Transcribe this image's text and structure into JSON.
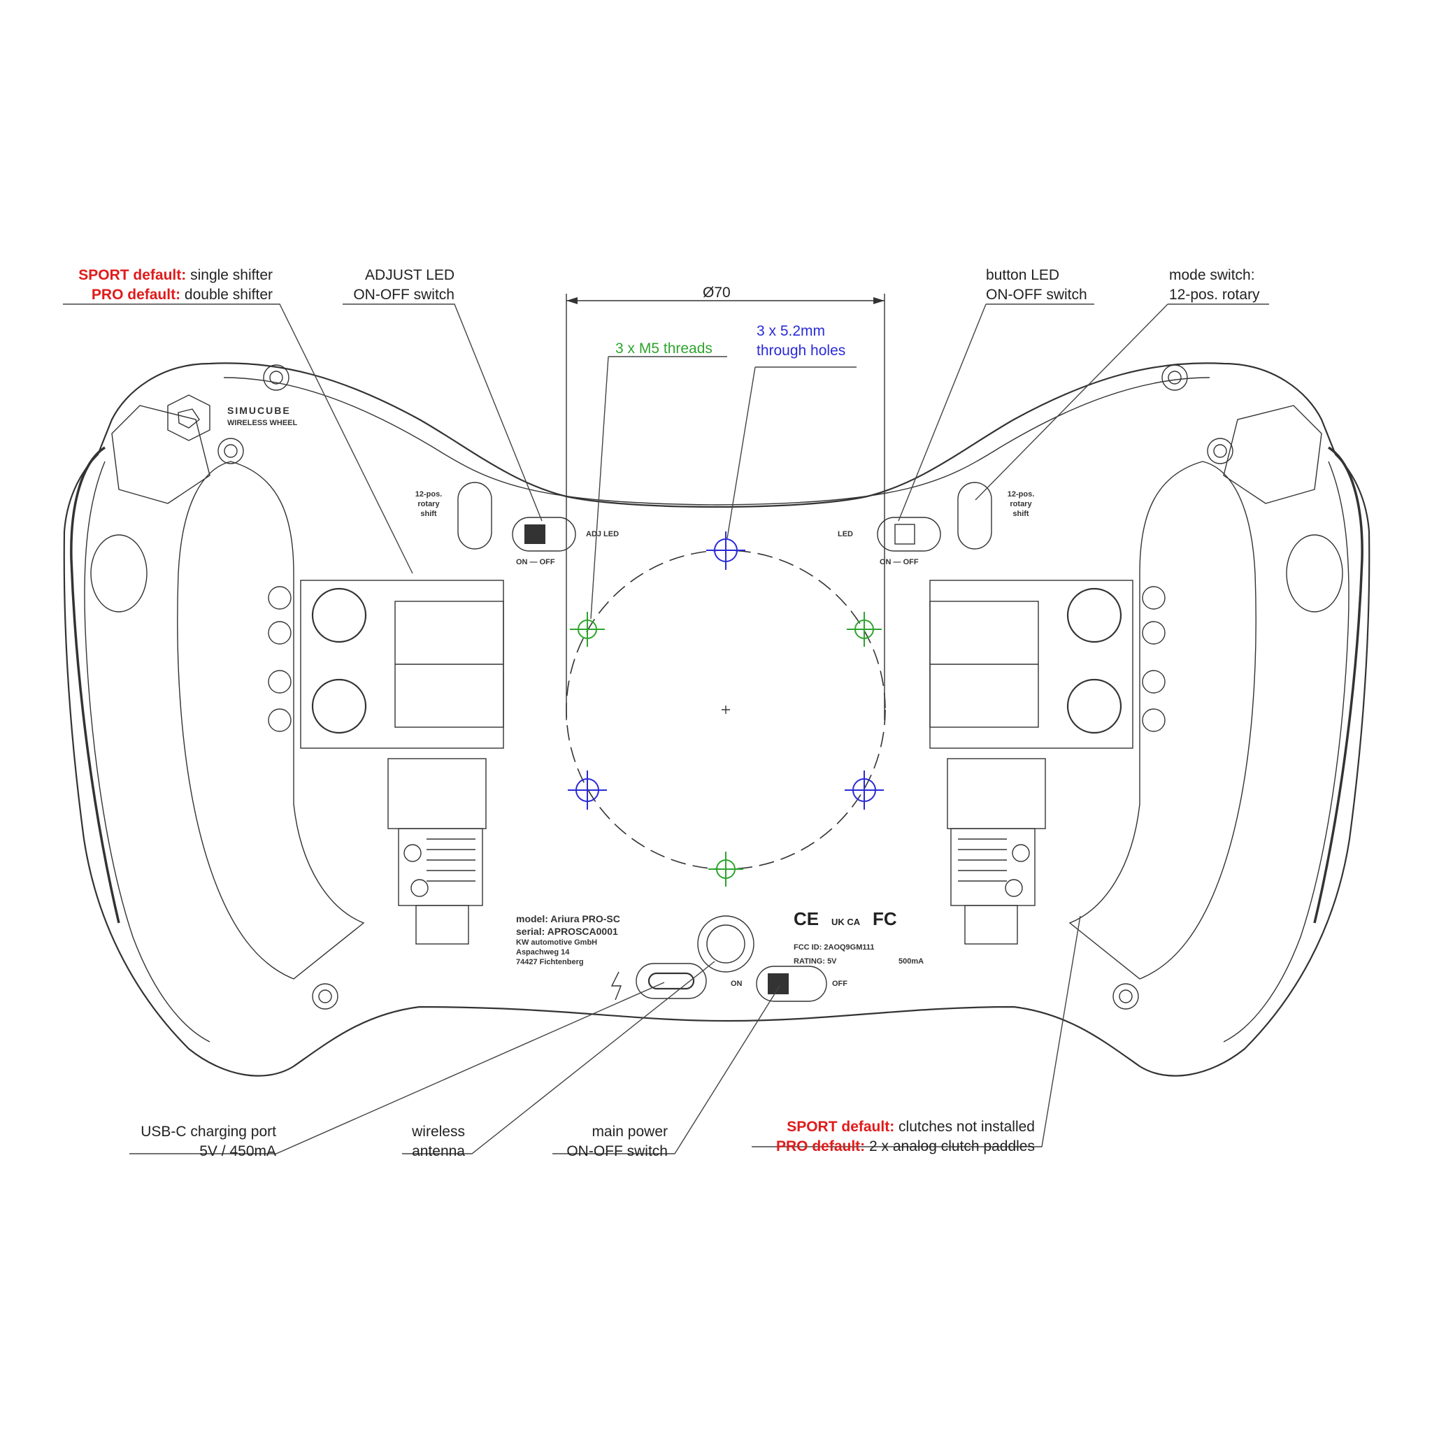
{
  "colors": {
    "accent_red": "#e01b1b",
    "threads_green": "#2ea52e",
    "holes_blue": "#2a2ad8",
    "line": "#333333"
  },
  "brand": {
    "name": "SIMUCUBE",
    "tagline": "WIRELESS WHEEL"
  },
  "callouts": {
    "shifter": {
      "line1_key": "SPORT default:",
      "line1_val": " single shifter",
      "line2_key": "PRO default:",
      "line2_val": " double shifter"
    },
    "adjust_led": {
      "line1": "ADJUST LED",
      "line2": "ON-OFF switch"
    },
    "dimension": {
      "value": "Ø70"
    },
    "threads": {
      "text": "3 x M5 threads"
    },
    "holes": {
      "line1": "3 x 5.2mm",
      "line2": "through holes"
    },
    "button_led": {
      "line1": "button LED",
      "line2": "ON-OFF switch"
    },
    "mode_switch": {
      "line1": "mode switch:",
      "line2": "12-pos. rotary"
    },
    "usbc": {
      "line1": "USB-C charging port",
      "line2": "5V / 450mA"
    },
    "antenna": {
      "line1": "wireless",
      "line2": "antenna"
    },
    "main_power": {
      "line1": "main power",
      "line2": "ON-OFF switch"
    },
    "clutch": {
      "line1_key": "SPORT default:",
      "line1_val": " clutches not installed",
      "line2_key": "PRO default:",
      "line2_val": " 2 x analog clutch paddles"
    }
  },
  "panel_marks": {
    "rotary_l": [
      "12-pos.",
      "rotary",
      "shift"
    ],
    "rotary_r": [
      "12-pos.",
      "rotary",
      "shift"
    ],
    "adj_led": "ADJ LED",
    "led": "LED",
    "on_off": "ON — OFF",
    "on": "ON",
    "off": "OFF"
  },
  "label_plate": {
    "model": "model: Ariura PRO-SC",
    "serial": "serial: APROSCA0001",
    "company": "KW automotive GmbH",
    "street": "Aspachweg 14",
    "city": "74427 Fichtenberg",
    "fcc": "FCC ID: 2AOQ9GM111",
    "rating": "RATING: 5V",
    "current": "500mA",
    "cert_marks": [
      "CE",
      "UK CA",
      "FC"
    ]
  }
}
